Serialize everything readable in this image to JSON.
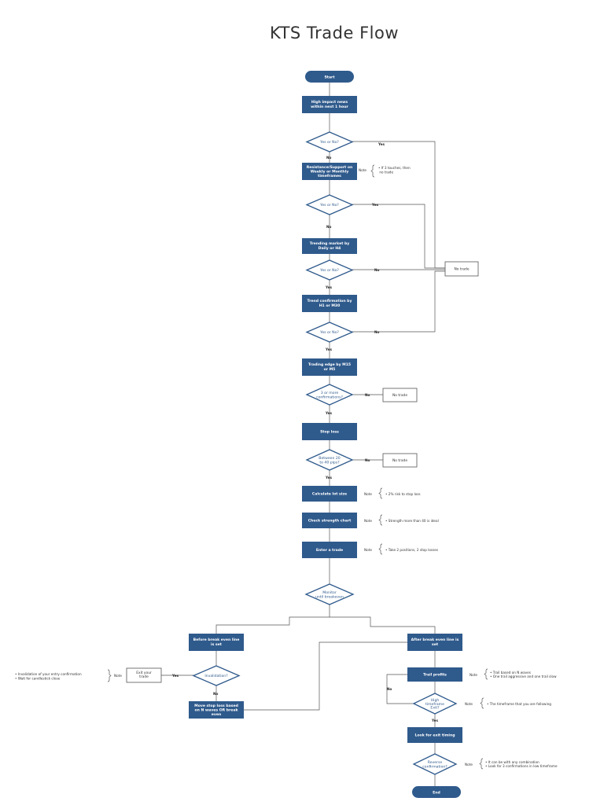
{
  "title": "KTS Trade Flow",
  "nodes": {
    "start": "Start",
    "news_check": [
      "High impact news",
      "within next 1 hour"
    ],
    "yes_no_1": "Yes or No?",
    "resistance_support": [
      "Resistance/Support on",
      "Weekly or Monthly",
      "timeframes"
    ],
    "yes_no_2": "Yes or No?",
    "trending_market": [
      "Trending market by",
      "Daily or H4"
    ],
    "yes_no_3": "Yes or No?",
    "trend_confirmation": [
      "Trend confirmation by",
      "H1 or M30"
    ],
    "yes_no_4": "Yes or No?",
    "trading_edge": [
      "Trading edge by M15",
      "or M5"
    ],
    "three_confirmations": [
      "3 or more",
      "confirmations?"
    ],
    "stop_loss": "Stop loss",
    "between_pips": [
      "Between 20",
      "to 40 pips?"
    ],
    "calculate_lot": "Calculate lot size",
    "check_strength": "Check strength chart",
    "enter_trade": "Enter a trade",
    "monitor": [
      "Monitor",
      "until breakeven"
    ],
    "before_break_even": [
      "Before break even line",
      "is set"
    ],
    "invalidation": "Invalidation?",
    "exit_trade": [
      "Exit your",
      "trade"
    ],
    "move_stop_loss": [
      "Move stop loss based",
      "on N waves OR break",
      "even"
    ],
    "after_break_even": [
      "After break even line is",
      "set"
    ],
    "trail_profits": "Trail profits",
    "high_timeframe": [
      "High",
      "timeframe",
      "Exit?"
    ],
    "look_for_exit": "Look for exit timing",
    "reverse_confirmation": [
      "Reverse",
      "confirmation?"
    ],
    "end": "End",
    "no_trade": "No trade"
  },
  "edge_labels": {
    "yes": "Yes",
    "no": "No"
  },
  "note_label": "Note",
  "notes": {
    "resistance": [
      "•  If 3 touches, then",
      "   no trade"
    ],
    "lot_size": [
      "•  2% risk to stop loss"
    ],
    "strength": [
      "•  Strength more than 40 is ideal"
    ],
    "enter": [
      "•  Take 2 positions, 2 stop losses"
    ],
    "invalidation": [
      "•  Invalidation of your entry confirmation",
      "•  Wait for candlestick close"
    ],
    "trail": [
      "•  Trail based on N waves",
      "•  One trail aggressive and one trail slow"
    ],
    "timeframe": [
      "•  The timeframe that you are following"
    ],
    "reverse": [
      "•  It can be with any combination",
      "•  Look for 3 confirmations in low timeframe"
    ]
  },
  "colors": {
    "box": "#2f5a8c",
    "line": "#555555",
    "text": "#333333"
  }
}
